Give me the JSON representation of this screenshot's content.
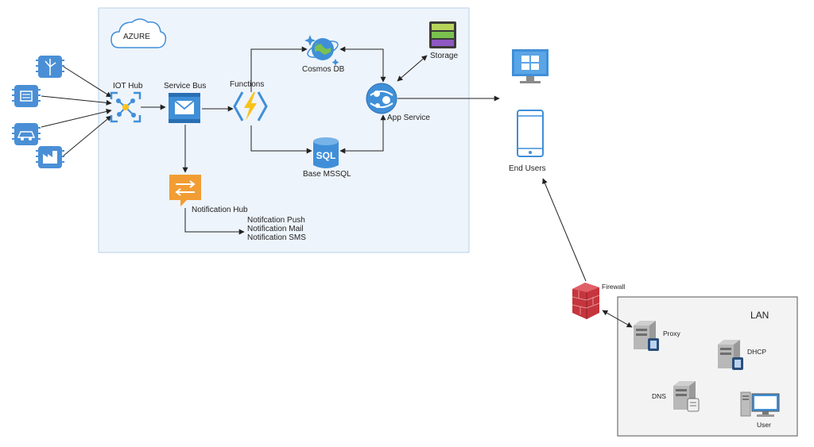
{
  "azure": {
    "label": "AZURE"
  },
  "nodes": {
    "iot_hub": "IOT Hub",
    "service_bus": "Service Bus",
    "functions": "Functions",
    "cosmos_db": "Cosmos DB",
    "storage": "Storage",
    "app_service": "App Service",
    "sql_badge": "SQL",
    "base_mssql": "Base MSSQL",
    "notification_hub": "Notification Hub",
    "end_users": "End Users",
    "firewall": "Firewall",
    "proxy": "Proxy",
    "dhcp": "DHCP",
    "dns": "DNS",
    "user": "User"
  },
  "notifications": [
    "Notifcation Push",
    "Notification Mail",
    "Notification SMS"
  ],
  "lan": {
    "label": "LAN"
  },
  "colors": {
    "azure_blue": "#3f8fd8",
    "azure_bg": "#eef4fb",
    "azure_border": "#b9d0ea",
    "iot_device": "#4a8fd6",
    "functions_yellow": "#f7c31b",
    "notification_orange": "#f29d34",
    "firewall_red": "#c6353d",
    "lan_bg": "#f3f3f3",
    "arrow": "#222222"
  },
  "icons": [
    "wind-turbine-icon",
    "chip-icon",
    "car-icon",
    "factory-icon",
    "iot-hub-icon",
    "service-bus-icon",
    "functions-icon",
    "cosmos-db-icon",
    "storage-icon",
    "app-service-icon",
    "sql-database-icon",
    "notification-hub-icon",
    "windows-monitor-icon",
    "mobile-phone-icon",
    "firewall-icon",
    "server-icon",
    "desktop-computer-icon"
  ]
}
